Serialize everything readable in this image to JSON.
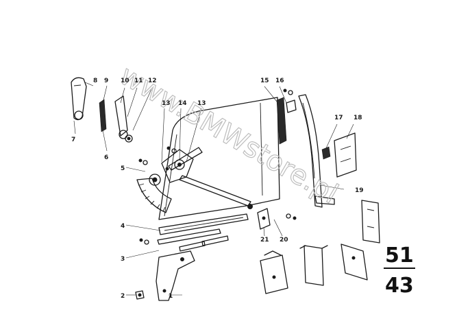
{
  "callouts": {
    "c1": "1",
    "c2": "2",
    "c3": "3",
    "c4": "4",
    "c5": "5",
    "c6": "6",
    "c7": "7",
    "c8": "8",
    "c9": "9",
    "c10": "10",
    "c11": "11",
    "c12": "12",
    "c13a": "13",
    "c13b": "13",
    "c14": "14",
    "c15": "15",
    "c16": "16",
    "c17": "17",
    "c18": "18",
    "c19": "19",
    "c20": "20",
    "c21": "21"
  },
  "group": {
    "main": "51",
    "sub": "43"
  },
  "watermark": "www.BMWstore.pl"
}
